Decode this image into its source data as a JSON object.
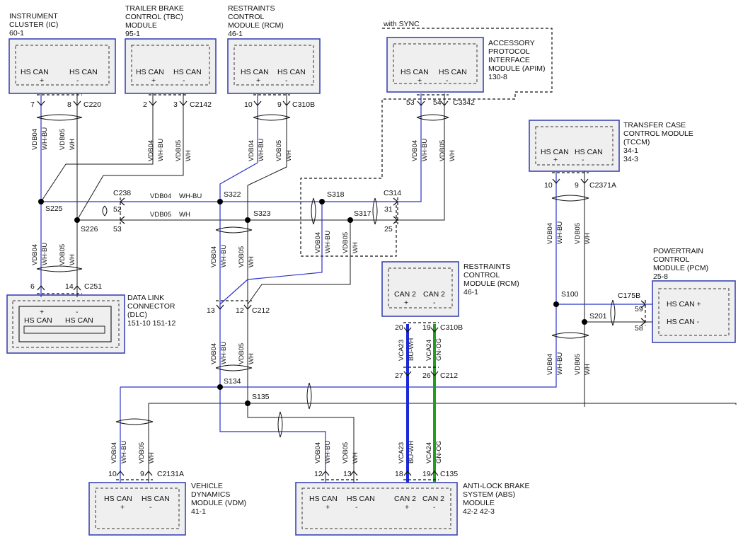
{
  "modules": {
    "ic": {
      "title": [
        "INSTRUMENT",
        "CLUSTER (IC)",
        "60-1"
      ],
      "pins": [
        {
          "label": "HS CAN",
          "pol": "+"
        },
        {
          "label": "HS CAN",
          "pol": "-"
        }
      ]
    },
    "tbc": {
      "title": [
        "TRAILER BRAKE",
        "CONTROL (TBC)",
        "MODULE",
        "95-1"
      ],
      "pins": [
        {
          "label": "HS CAN",
          "pol": "+"
        },
        {
          "label": "HS CAN",
          "pol": "-"
        }
      ]
    },
    "rcm_top": {
      "title": [
        "RESTRAINTS",
        "CONTROL",
        "MODULE (RCM)",
        "46-1"
      ],
      "pins": [
        {
          "label": "HS CAN",
          "pol": "+"
        },
        {
          "label": "HS CAN",
          "pol": "-"
        }
      ]
    },
    "apim": {
      "title": [
        "ACCESSORY",
        "PROTOCOL",
        "INTERFACE",
        "MODULE (APIM)",
        "130-8"
      ],
      "pins": [
        {
          "label": "HS CAN",
          "pol": "+"
        },
        {
          "label": "HS CAN",
          "pol": "-"
        }
      ]
    },
    "tccm": {
      "title": [
        "TRANSFER CASE",
        "CONTROL MODULE",
        "(TCCM)",
        "34-1",
        "34-3"
      ],
      "pins": [
        {
          "label": "HS CAN",
          "pol": "+"
        },
        {
          "label": "HS CAN",
          "pol": "-"
        }
      ]
    },
    "pcm": {
      "title": [
        "POWERTRAIN",
        "CONTROL",
        "MODULE (PCM)",
        "25-8"
      ],
      "pins": [
        {
          "label": "HS CAN +"
        },
        {
          "label": "HS CAN -"
        }
      ]
    },
    "rcm_mid": {
      "title": [
        "RESTRAINTS",
        "CONTROL",
        "MODULE (RCM)",
        "46-1"
      ],
      "pins": [
        {
          "label": "CAN 2",
          "pol": "+"
        },
        {
          "label": "CAN 2",
          "pol": "-"
        }
      ]
    },
    "dlc": {
      "title": [
        "DATA LINK",
        "CONNECTOR",
        "(DLC)",
        "151-10   151-12"
      ],
      "pins": [
        {
          "label": "HS CAN",
          "pol": "+"
        },
        {
          "label": "HS CAN",
          "pol": "-"
        }
      ]
    },
    "vdm": {
      "title": [
        "VEHICLE",
        "DYNAMICS",
        "MODULE (VDM)",
        "41-1"
      ],
      "pins": [
        {
          "label": "HS CAN",
          "pol": "+"
        },
        {
          "label": "HS CAN",
          "pol": "-"
        }
      ]
    },
    "abs": {
      "title": [
        "ANTI-LOCK BRAKE",
        "SYSTEM (ABS)",
        "MODULE",
        "42-2   42-3"
      ],
      "pins": [
        {
          "label": "HS CAN",
          "pol": "+"
        },
        {
          "label": "HS CAN",
          "pol": "-"
        },
        {
          "label": "CAN 2",
          "pol": "+"
        },
        {
          "label": "CAN 2",
          "pol": "-"
        }
      ]
    }
  },
  "sync_label": "with SYNC",
  "connectors": {
    "c220": "C220",
    "c2142": "C2142",
    "c310b": "C310B",
    "c3342": "C3342",
    "c2371a": "C2371A",
    "c238": "C238",
    "c314": "C314",
    "c251": "C251",
    "c212": "C212",
    "c175b": "C175B",
    "c310b_2": "C310B",
    "c212_2": "C212",
    "c2131a": "C2131A",
    "c135": "C135"
  },
  "splices": {
    "s225": "S225",
    "s226": "S226",
    "s322": "S322",
    "s323": "S323",
    "s318": "S318",
    "s317": "S317",
    "s100": "S100",
    "s201": "S201",
    "s134": "S134",
    "s135": "S135"
  },
  "pin_numbers": {
    "ic_p": "7",
    "ic_m": "8",
    "tbc_p": "2",
    "tbc_m": "3",
    "rcm_p": "10",
    "rcm_m": "9",
    "apim_p": "53",
    "apim_m": "54",
    "tccm_p": "10",
    "tccm_m": "9",
    "c238_a": "52",
    "c238_b": "53",
    "c314_a": "31",
    "c314_b": "25",
    "dlc_p": "6",
    "dlc_m": "14",
    "c212_p": "13",
    "c212_m": "12",
    "pcm_p": "59",
    "pcm_m": "58",
    "rcm2_p": "20",
    "rcm2_m": "19",
    "c212b_p": "27",
    "c212b_m": "26",
    "vdm_p": "10",
    "vdm_m": "9",
    "abs_p": "12",
    "abs_m": "13",
    "abs_c2p": "18",
    "abs_c2m": "19"
  },
  "wire_labels": {
    "circ_p": "VDB04",
    "color_p": "WH-BU",
    "circ_m": "VDB05",
    "color_m": "WH",
    "can2_circ_p": "VCA23",
    "can2_color_p": "BU-WH",
    "can2_circ_m": "VCA24",
    "can2_color_m": "GN-OG"
  },
  "colors": {
    "module_border": "#3b45b3",
    "can_high": "#2b34c9",
    "can2_high": "#1d2bd6",
    "can2_low": "#1f9e1f"
  }
}
